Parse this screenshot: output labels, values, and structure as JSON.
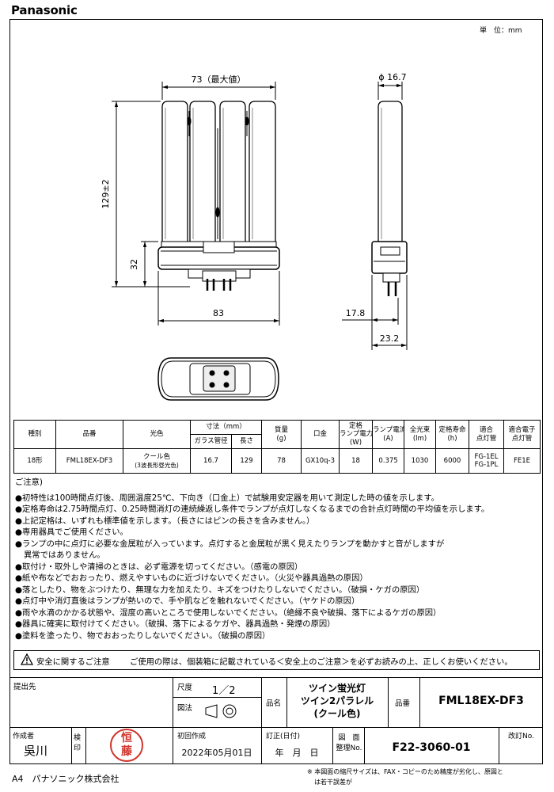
{
  "brand": "Panasonic",
  "unit_label": "単　位：mm",
  "drawing": {
    "dim_width_max": "73（最大値）",
    "dim_height": "129±2",
    "dim_base_height": "32",
    "dim_base_width": "83",
    "dim_tube_dia": "ϕ 16.7",
    "dim_side_a": "17.8",
    "dim_side_b": "23.2"
  },
  "spec_table": {
    "headers": {
      "type": "種別",
      "product_no": "品番",
      "color": "光色",
      "dimensions": "寸法（mm）",
      "tube_dia": "ガラス管径",
      "length": "長さ",
      "mass": [
        "質量",
        "(g)"
      ],
      "base": "口金",
      "rated_power": [
        "定格",
        "ランプ電力",
        "(W)"
      ],
      "lamp_current": [
        "ランプ電流",
        "(A)"
      ],
      "luminous_flux": [
        "全光束",
        "(lm)"
      ],
      "rated_life": [
        "定格寿命",
        "(h)"
      ],
      "starter": [
        "適合",
        "点灯管"
      ],
      "electronic_starter": [
        "適合電子",
        "点灯管"
      ]
    },
    "row": {
      "type": "18形",
      "product_no": "FML18EX-DF3",
      "color": [
        "クール色",
        "(3波長形昼光色)"
      ],
      "tube_dia": "16.7",
      "length": "129",
      "mass": "78",
      "base": "GX10q-3",
      "rated_power": "18",
      "lamp_current": "0.375",
      "luminous_flux": "1030",
      "rated_life": "6000",
      "starter": [
        "FG-1EL",
        "FG-1PL"
      ],
      "electronic_starter": "FE1E"
    }
  },
  "notes": {
    "title": "ご注意)",
    "items": [
      "●初特性は100時間点灯後、周囲温度25℃、下向き（口金上）で試験用安定器を用いて測定した時の値を示します。",
      "●定格寿命は2.75時間点灯、0.25時間消灯の連続繰返し条件でランプが点灯しなくなるまでの合計点灯時間の平均値を示します。",
      "●上記定格は、いずれも標準値を示します。（長さにはピンの長さを含みません。）",
      "●専用器具でご使用ください。",
      "●ランプの中に点灯に必要な金属粒が入っています。点灯すると金属粒が黒く見えたりランプを動かすと音がしますが",
      "異常ではありません。",
      "●取付け・取外しや清掃のときは、必ず電源を切ってください。（感電の原因）",
      "●紙や布などでおおったり、燃えやすいものに近づけないでください。（火災や器具過熱の原因）",
      "●落としたり、物をぶつけたり、無理な力を加えたり、キズをつけたりしないでください。（破損・ケガの原因）",
      "●点灯中や消灯直後はランプが熱いので、手や肌などを触れないでください。（ヤケドの原因）",
      "●雨や水滴のかかる状態や、湿度の高いところで使用しないでください。（絶縁不良や破損、落下によるケガの原因）",
      "●器具に確実に取付けてください。（破損、落下によるケガや、器具過熱・発煙の原因）",
      "●塗料を塗ったり、物でおおったりしないでください。（破損の原因）"
    ]
  },
  "safety": {
    "icon": "warning-triangle-icon",
    "heading": "安全に関するご注意",
    "text": "ご使用の際は、個装箱に記載されている＜安全上のご注意＞を必ずお読みの上、正しくお使いください。"
  },
  "title_block": {
    "submit_to_label": "提出先",
    "scale_label": "尺度",
    "scale_value": "1／2",
    "projection_label": "図法",
    "product_name_label": "品名",
    "product_name_lines": [
      "ツイン蛍光灯",
      "ツイン2パラレル",
      "(クール色)"
    ],
    "product_no_label": "品番",
    "product_no": "FML18EX-DF3",
    "author_label": "作成者",
    "author": "吳川",
    "inspection_label": [
      "検",
      "印"
    ],
    "seal": [
      "恒",
      "藤"
    ],
    "seal_color": "#d0342c",
    "first_created_label": "初回作成",
    "first_created_date": "2022年05月01日",
    "revision_label": "訂正(日付)",
    "revision_date": "年　月　日",
    "drawing_no_label": [
      "図　面",
      "整理No."
    ],
    "drawing_no": "F22-3060-01",
    "revision_no_label": "改訂No."
  },
  "footer": {
    "paper": "A4　パナソニック株式会社",
    "note_lines": [
      "※ 本図面の縮尺サイズは、FAX・コピーのため精度が劣化し、原図と",
      "は若干誤差が"
    ]
  }
}
